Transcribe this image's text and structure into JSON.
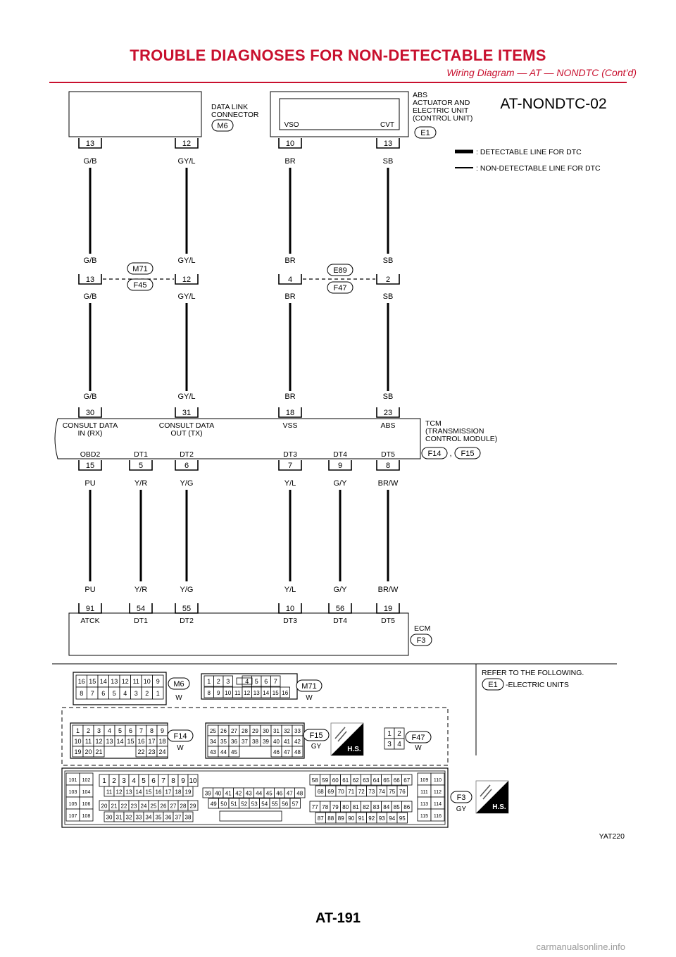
{
  "header": {
    "title": "TROUBLE DIAGNOSES FOR NON-DETECTABLE ITEMS",
    "subtitle": "Wiring Diagram — AT — NONDTC (Cont’d)"
  },
  "diagram_id": "AT-NONDTC-02",
  "legend": {
    "detectable": ": DETECTABLE LINE FOR DTC",
    "non_detectable": ": NON-DETECTABLE LINE FOR DTC"
  },
  "components": {
    "dlc": {
      "lines": [
        "DATA LINK",
        "CONNECTOR"
      ],
      "connector": "M6"
    },
    "abs": {
      "lines": [
        "ABS",
        "ACTUATOR AND",
        "ELECTRIC UNIT",
        "(CONTROL UNIT)"
      ],
      "connector": "E1",
      "pin_vso": "VSO",
      "pin_cvt": "CVT"
    },
    "tcm": {
      "lines": [
        "TCM",
        "(TRANSMISSION",
        "CONTROL MODULE)"
      ],
      "connectors": [
        "F14",
        "F15"
      ],
      "sep": ","
    },
    "ecm": {
      "lines": [
        "ECM"
      ],
      "connector": "F3"
    }
  },
  "junctions": [
    {
      "top": "M71",
      "bottom": "F45"
    },
    {
      "top": "E89",
      "bottom": "F47"
    }
  ],
  "wires_upper": [
    {
      "pin_top": "13",
      "color_top": "G/B",
      "color_j_above": "G/B",
      "pin_j": "13",
      "color_j_below": "G/B",
      "color_tcm": "G/B",
      "pin_tcm": "30",
      "tcm_label": [
        "CONSULT DATA",
        "IN (RX)"
      ]
    },
    {
      "pin_top": "12",
      "color_top": "GY/L",
      "color_j_above": "GY/L",
      "pin_j": "12",
      "color_j_below": "GY/L",
      "color_tcm": "GY/L",
      "pin_tcm": "31",
      "tcm_label": [
        "CONSULT DATA",
        "OUT (TX)"
      ]
    },
    {
      "pin_top": "10",
      "color_top": "BR",
      "color_j_above": "BR",
      "pin_j": "4",
      "color_j_below": "BR",
      "color_tcm": "BR",
      "pin_tcm": "18",
      "tcm_label": [
        "VSS"
      ]
    },
    {
      "pin_top": "13",
      "color_top": "SB",
      "color_j_above": "SB",
      "pin_j": "2",
      "color_j_below": "SB",
      "color_tcm": "SB",
      "pin_tcm": "23",
      "tcm_label": [
        "ABS"
      ]
    }
  ],
  "wires_lower": [
    {
      "tcm_label": "OBD2",
      "pin_tcm": "15",
      "color_tcm": "PU",
      "color_ecm": "PU",
      "pin_ecm": "91",
      "ecm_label": "ATCK"
    },
    {
      "tcm_label": "DT1",
      "pin_tcm": "5",
      "color_tcm": "Y/R",
      "color_ecm": "Y/R",
      "pin_ecm": "54",
      "ecm_label": "DT1"
    },
    {
      "tcm_label": "DT2",
      "pin_tcm": "6",
      "color_tcm": "Y/G",
      "color_ecm": "Y/G",
      "pin_ecm": "55",
      "ecm_label": "DT2"
    },
    {
      "tcm_label": "DT3",
      "pin_tcm": "7",
      "color_tcm": "Y/L",
      "color_ecm": "Y/L",
      "pin_ecm": "10",
      "ecm_label": "DT3"
    },
    {
      "tcm_label": "DT4",
      "pin_tcm": "9",
      "color_tcm": "G/Y",
      "color_ecm": "G/Y",
      "pin_ecm": "56",
      "ecm_label": "DT4"
    },
    {
      "tcm_label": "DT5",
      "pin_tcm": "8",
      "color_tcm": "BR/W",
      "color_ecm": "BR/W",
      "pin_ecm": "19",
      "ecm_label": "DT5"
    }
  ],
  "refer": {
    "text": "REFER TO THE FOLLOWING.",
    "tag": "E1",
    "desc": "-ELECTRIC UNITS"
  },
  "connector_views": [
    {
      "id": "M6",
      "color": "W",
      "rows": [
        [
          "16",
          "15",
          "14",
          "13",
          "12",
          "11",
          "10",
          "9"
        ],
        [
          "8",
          "7",
          "6",
          "5",
          "4",
          "3",
          "2",
          "1"
        ]
      ]
    },
    {
      "id": "M71",
      "color": "W",
      "rows": [
        [
          "1",
          "2",
          "3",
          "",
          "4",
          "5",
          "6",
          "7"
        ],
        [
          "8",
          "9",
          "10",
          "11",
          "12",
          "13",
          "14",
          "15",
          "16"
        ]
      ]
    },
    {
      "id": "F14",
      "color": "W",
      "rows": [
        [
          "1",
          "2",
          "3",
          "4",
          "5",
          "6",
          "7",
          "8",
          "9"
        ],
        [
          "10",
          "11",
          "12",
          "13",
          "14",
          "15",
          "16",
          "17",
          "18"
        ],
        [
          "19",
          "20",
          "21",
          "",
          "",
          "",
          "22",
          "23",
          "24"
        ]
      ]
    },
    {
      "id": "F15",
      "color": "GY",
      "rows": [
        [
          "25",
          "26",
          "27",
          "28",
          "29",
          "30",
          "31",
          "32",
          "33"
        ],
        [
          "34",
          "35",
          "36",
          "37",
          "38",
          "39",
          "40",
          "41",
          "42"
        ],
        [
          "43",
          "44",
          "45",
          "",
          "",
          "",
          "46",
          "47",
          "48"
        ]
      ]
    },
    {
      "id": "F47",
      "color": "W",
      "rows": [
        [
          "1",
          "2"
        ],
        [
          "3",
          "4"
        ]
      ]
    },
    {
      "id": "F3",
      "color": "GY",
      "rows": []
    }
  ],
  "f3_blocks": {
    "left": [
      [
        "101",
        "102"
      ],
      [
        "103",
        "104"
      ],
      [
        "105",
        "106"
      ],
      [
        "107",
        "108"
      ]
    ],
    "right": [
      [
        "109",
        "110"
      ],
      [
        "111",
        "112"
      ],
      [
        "113",
        "114"
      ],
      [
        "115",
        "116"
      ]
    ],
    "a": [
      [
        "1",
        "2",
        "3",
        "4",
        "5",
        "6",
        "7",
        "8",
        "9",
        "10"
      ],
      [
        "11",
        "12",
        "13",
        "14",
        "15",
        "16",
        "17",
        "18",
        "19"
      ],
      [
        "20",
        "21",
        "22",
        "23",
        "24",
        "25",
        "26",
        "27",
        "28",
        "29"
      ],
      [
        "30",
        "31",
        "32",
        "33",
        "34",
        "35",
        "36",
        "37",
        "38"
      ]
    ],
    "b": [
      [
        "39",
        "40",
        "41",
        "42",
        "43",
        "44",
        "45",
        "46",
        "47",
        "48"
      ],
      [
        "49",
        "50",
        "51",
        "52",
        "53",
        "54",
        "55",
        "56",
        "57"
      ]
    ],
    "c": [
      [
        "58",
        "59",
        "60",
        "61",
        "62",
        "63",
        "64",
        "65",
        "66",
        "67"
      ],
      [
        "68",
        "69",
        "70",
        "71",
        "72",
        "73",
        "74",
        "75",
        "76"
      ],
      [
        "77",
        "78",
        "79",
        "80",
        "81",
        "82",
        "83",
        "84",
        "85",
        "86"
      ],
      [
        "87",
        "88",
        "89",
        "90",
        "91",
        "92",
        "93",
        "94",
        "95"
      ]
    ]
  },
  "hs_badge": "H.S.",
  "figure_code": "YAT220",
  "page_number": "AT-191",
  "footer_site": "carmanualsonline.info",
  "colors": {
    "header": "#c8102e",
    "line": "#000000"
  }
}
